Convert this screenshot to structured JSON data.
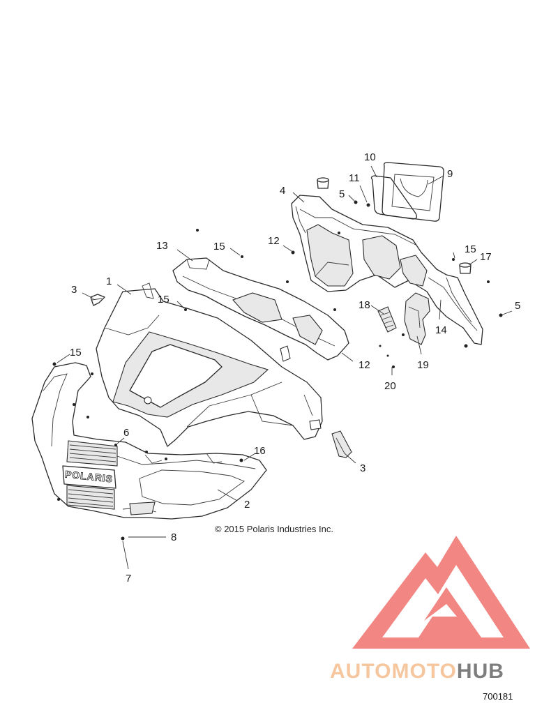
{
  "diagram": {
    "copyright": "© 2015 Polaris Industries Inc.",
    "figure_number": "700181",
    "callouts": [
      "1",
      "2",
      "3",
      "3",
      "4",
      "5",
      "5",
      "6",
      "7",
      "8",
      "9",
      "10",
      "11",
      "12",
      "12",
      "13",
      "14",
      "15",
      "15",
      "15",
      "15",
      "16",
      "17",
      "18",
      "19",
      "20"
    ],
    "grille_lettering": "POLARIS"
  },
  "watermark": {
    "brand_part1": "AUTOMOTO",
    "brand_part2": "HUB",
    "colors": {
      "logo_red": "#f07a76",
      "text_orange": "#f6c79e",
      "text_pink": "#f2a3a8",
      "text_gray": "#7d7d7d"
    }
  }
}
